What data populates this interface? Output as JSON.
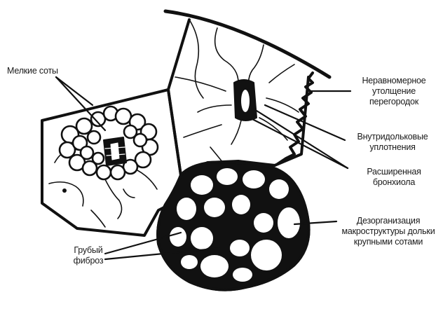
{
  "labels": {
    "small_cells": [
      "Мелкие соты"
    ],
    "uneven_thickening": [
      "Неравномерное",
      "утолщение",
      "перегородок"
    ],
    "intralobular_thickening": [
      "Внутридольковые",
      "уплотнения"
    ],
    "dilated_bronchiole": [
      "Расширенная",
      "бронхиола"
    ],
    "disorganization": [
      "Дезорганизация",
      "макроструктуры дольки",
      "крупными сотами"
    ],
    "coarse_fibrosis": [
      "Грубый",
      "фиброз"
    ]
  }
}
